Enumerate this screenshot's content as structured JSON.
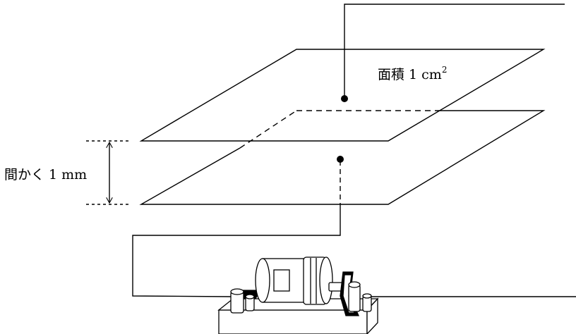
{
  "labels": {
    "area": "面積 1 cm",
    "area_superscript": "2",
    "gap": "間かく 1 mm"
  },
  "colors": {
    "line": "#000000",
    "background": "#ffffff"
  }
}
